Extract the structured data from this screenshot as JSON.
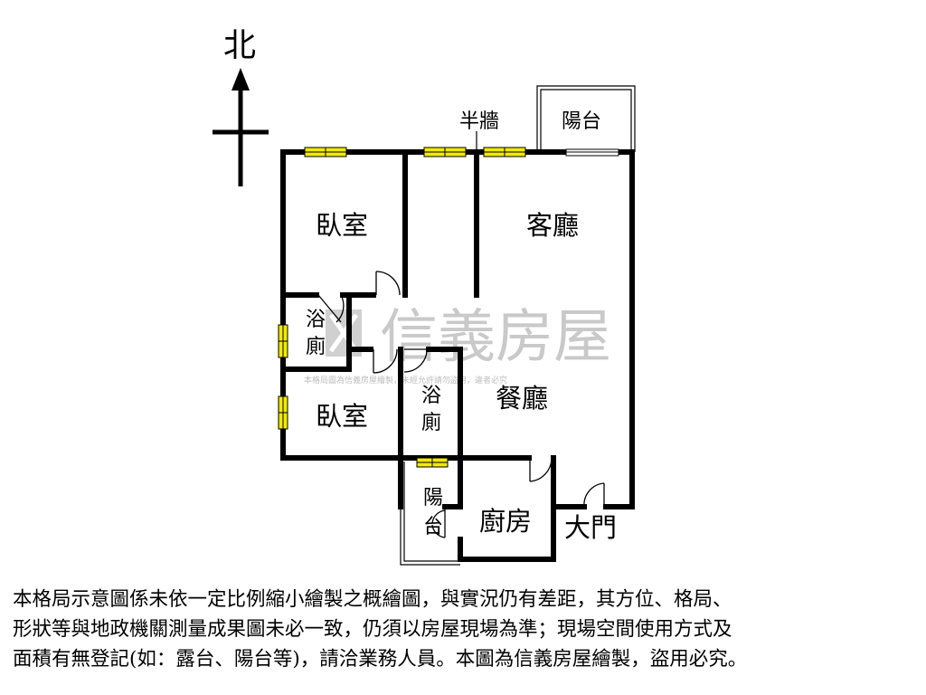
{
  "north": {
    "label": "北"
  },
  "rooms": {
    "bedroom_top": "臥室",
    "bedroom_bottom": "臥室",
    "living": "客廳",
    "dining": "餐廳",
    "kitchen": "廚房",
    "bath_left_1": "浴",
    "bath_left_2": "廁",
    "bath_center_1": "浴",
    "bath_center_2": "廁",
    "balcony_top": "陽台",
    "balcony_bottom_1": "陽",
    "balcony_bottom_2": "台",
    "half_wall": "半牆",
    "main_door": "大門"
  },
  "watermark": {
    "brand": "信義房屋",
    "notice": "本格局圖為信義房屋繪製，未經允許請勿盜用，違者必究"
  },
  "disclaimer": {
    "line1": "本格局示意圖係未依一定比例縮小繪製之概繪圖，與實況仍有差距，其方位、格局、",
    "line2": "形狀等與地政機關測量成果圖未必一致，仍須以房屋現場為準；現場空間使用方式及",
    "line3": "面積有無登記(如：露台、陽台等)，請洽業務人員。本圖為信義房屋繪製，盜用必究。"
  }
}
